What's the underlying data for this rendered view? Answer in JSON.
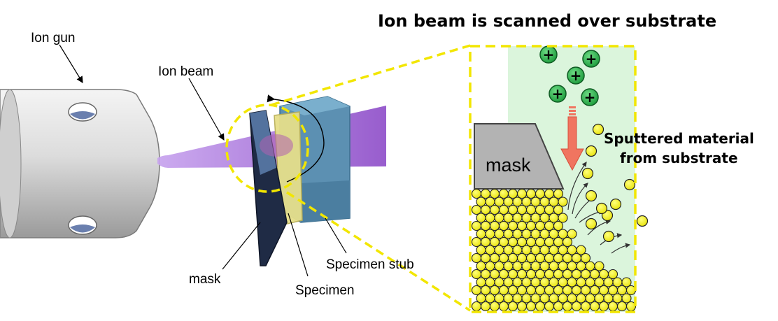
{
  "labels": {
    "ion_gun": "Ion gun",
    "ion_beam": "Ion beam",
    "mask": "mask",
    "specimen": "Specimen",
    "specimen_stub": "Specimen stub",
    "title": "Ion beam is scanned over substrate",
    "mask_block": "mask",
    "sputtered_line1": "Sputtered material",
    "sputtered_line2": "from substrate",
    "ion_sign": "+"
  },
  "colors": {
    "beam": "#9b59d0",
    "zoom_outline": "#f2e600",
    "ion_fill": "#2eb34a",
    "atom_fill": "#f5f500",
    "gas_region": "#d9f5d9",
    "arrow": "#f07560",
    "mask_gray": "#b3b3b3",
    "stub": "#5b8fb0",
    "specimen": "#e8e089"
  }
}
